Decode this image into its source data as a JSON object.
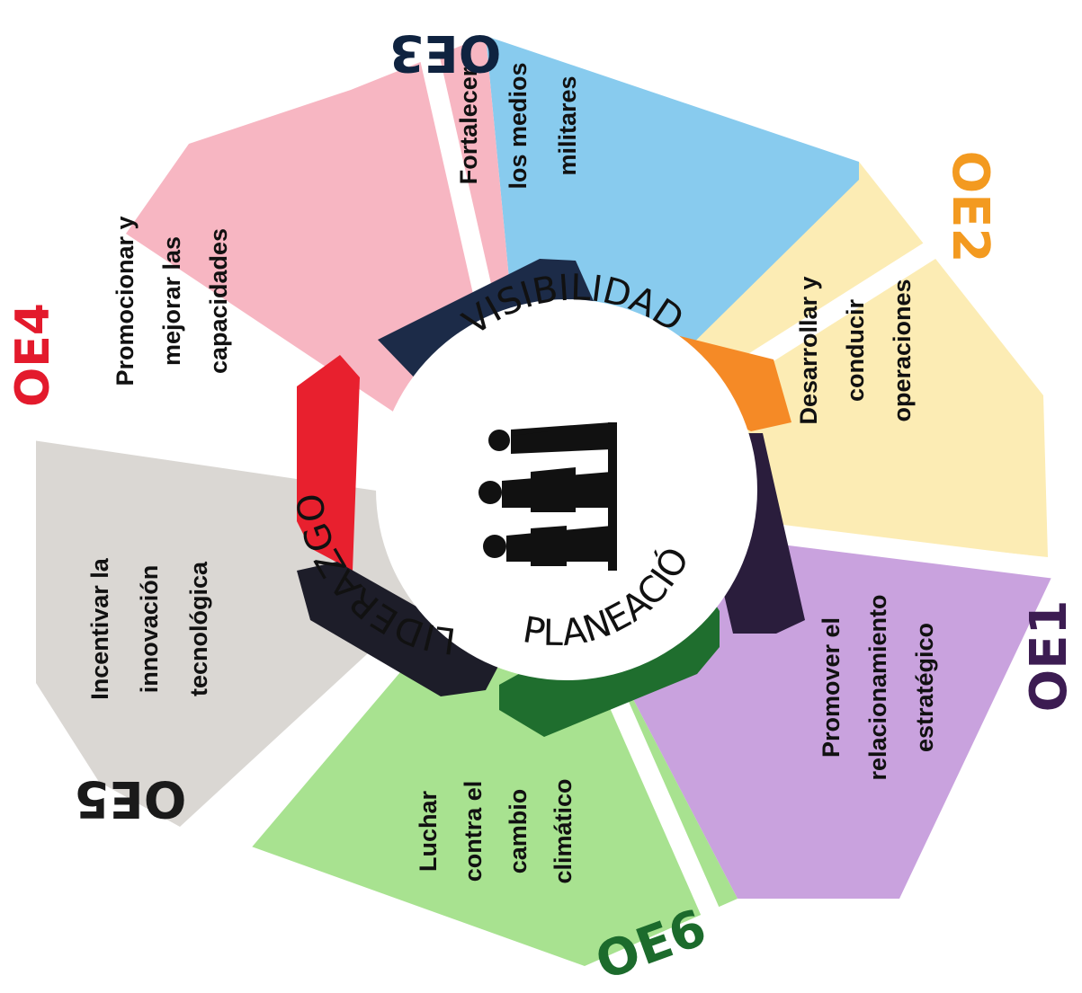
{
  "objectives": [
    {
      "code": "OE1",
      "lines": [
        "Promover el",
        "relacionamiento",
        "estratégico"
      ],
      "fill": "#c9a2de",
      "band": "#2a1d3c",
      "code_color": "#3c1c52"
    },
    {
      "code": "OE2",
      "lines": [
        "Desarrollar y",
        "conducir",
        "operaciones"
      ],
      "fill": "#fcecb4",
      "band": "#f58a26",
      "code_color": "#f39a20"
    },
    {
      "code": "OE3",
      "lines": [
        "Fortalecer",
        "los medios",
        "militares"
      ],
      "fill": "#88cbee",
      "band": "#1c2b48",
      "code_color": "#0f2340"
    },
    {
      "code": "OE4",
      "lines": [
        "Promocionar y",
        "mejorar las",
        "capacidades"
      ],
      "fill": "#f7b6c2",
      "band": "#e8202e",
      "code_color": "#e31a2c"
    },
    {
      "code": "OE5",
      "lines": [
        "Incentivar la",
        "innovación",
        "tecnológica"
      ],
      "fill": "#dad7d3",
      "band": "#1d1d29",
      "code_color": "#1a1a1a"
    },
    {
      "code": "OE6",
      "lines": [
        "Luchar",
        "contra el",
        "cambio",
        "climático"
      ],
      "fill": "#a8e290",
      "band": "#1f6e2e",
      "code_color": "#1c6b2c"
    }
  ],
  "center": {
    "words": [
      "LIDERAZGO",
      "VISIBILIDAD",
      "PLANEACIÓN"
    ],
    "emblem": "three-soldiers-silhouette-icon"
  }
}
